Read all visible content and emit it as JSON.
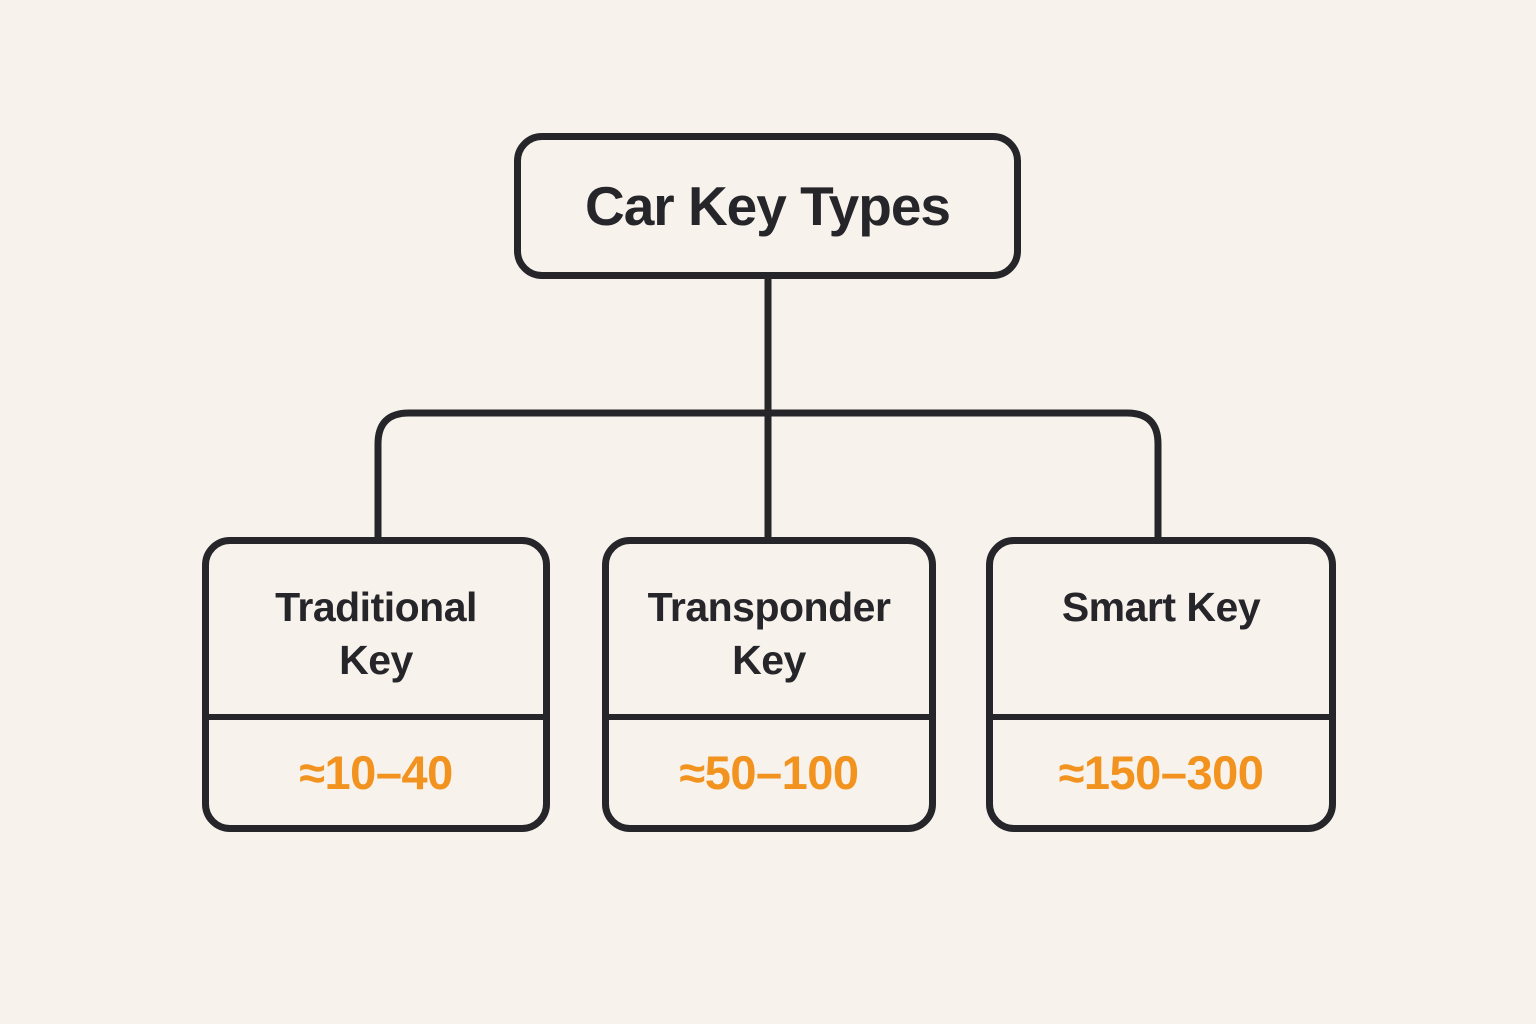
{
  "diagram": {
    "title": "Car Key Types",
    "nodes": [
      {
        "label": "Traditional\nKey",
        "value": "≈10–40"
      },
      {
        "label": "Transponder\nKey",
        "value": "≈50–100"
      },
      {
        "label": "Smart Key",
        "value": "≈150–300"
      }
    ],
    "colors": {
      "background": "#f7f3ec",
      "line": "#26252a",
      "text": "#26252a",
      "accent_orange": "#f2921f"
    }
  }
}
